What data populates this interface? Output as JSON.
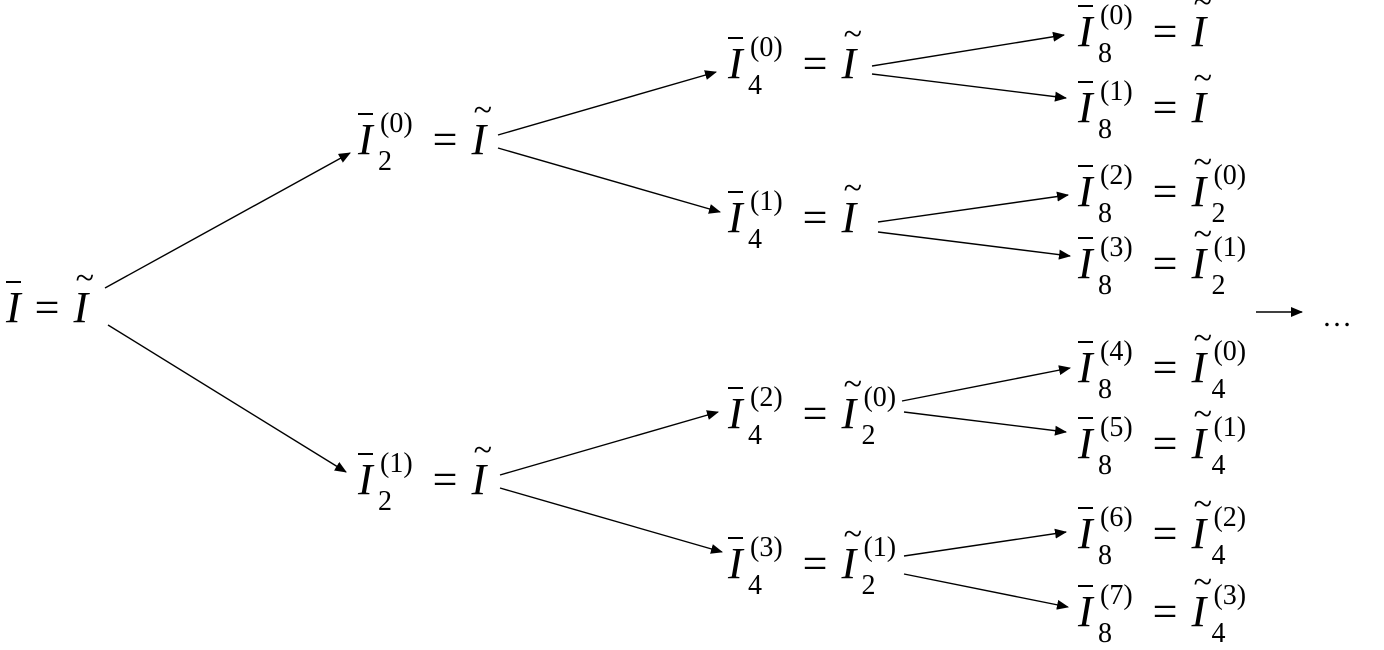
{
  "root": {
    "lhs": "I",
    "rhs": "I",
    "eq": "="
  },
  "nodes": [
    {
      "id": "I2-0",
      "sym": "I",
      "sub": "2",
      "sup": "(0)",
      "rhs": "I",
      "rhs_sub": "",
      "rhs_sup": ""
    },
    {
      "id": "I2-1",
      "sym": "I",
      "sub": "2",
      "sup": "(1)",
      "rhs": "I",
      "rhs_sub": "",
      "rhs_sup": ""
    },
    {
      "id": "I4-0",
      "sym": "I",
      "sub": "4",
      "sup": "(0)",
      "rhs": "I",
      "rhs_sub": "",
      "rhs_sup": ""
    },
    {
      "id": "I4-1",
      "sym": "I",
      "sub": "4",
      "sup": "(1)",
      "rhs": "I",
      "rhs_sub": "",
      "rhs_sup": ""
    },
    {
      "id": "I4-2",
      "sym": "I",
      "sub": "4",
      "sup": "(2)",
      "rhs": "I",
      "rhs_sub": "2",
      "rhs_sup": "(0)"
    },
    {
      "id": "I4-3",
      "sym": "I",
      "sub": "4",
      "sup": "(3)",
      "rhs": "I",
      "rhs_sub": "2",
      "rhs_sup": "(1)"
    },
    {
      "id": "I8-0",
      "sym": "I",
      "sub": "8",
      "sup": "(0)",
      "rhs": "I",
      "rhs_sub": "",
      "rhs_sup": ""
    },
    {
      "id": "I8-1",
      "sym": "I",
      "sub": "8",
      "sup": "(1)",
      "rhs": "I",
      "rhs_sub": "",
      "rhs_sup": ""
    },
    {
      "id": "I8-2",
      "sym": "I",
      "sub": "8",
      "sup": "(2)",
      "rhs": "I",
      "rhs_sub": "2",
      "rhs_sup": "(0)"
    },
    {
      "id": "I8-3",
      "sym": "I",
      "sub": "8",
      "sup": "(3)",
      "rhs": "I",
      "rhs_sub": "2",
      "rhs_sup": "(1)"
    },
    {
      "id": "I8-4",
      "sym": "I",
      "sub": "8",
      "sup": "(4)",
      "rhs": "I",
      "rhs_sub": "4",
      "rhs_sup": "(0)"
    },
    {
      "id": "I8-5",
      "sym": "I",
      "sub": "8",
      "sup": "(5)",
      "rhs": "I",
      "rhs_sub": "4",
      "rhs_sup": "(1)"
    },
    {
      "id": "I8-6",
      "sym": "I",
      "sub": "8",
      "sup": "(6)",
      "rhs": "I",
      "rhs_sub": "4",
      "rhs_sup": "(2)"
    },
    {
      "id": "I8-7",
      "sym": "I",
      "sub": "8",
      "sup": "(7)",
      "rhs": "I",
      "rhs_sub": "4",
      "rhs_sup": "(3)"
    }
  ],
  "edges": [
    [
      "root",
      "I2-0"
    ],
    [
      "root",
      "I2-1"
    ],
    [
      "I2-0",
      "I4-0"
    ],
    [
      "I2-0",
      "I4-1"
    ],
    [
      "I2-1",
      "I4-2"
    ],
    [
      "I2-1",
      "I4-3"
    ],
    [
      "I4-0",
      "I8-0"
    ],
    [
      "I4-0",
      "I8-1"
    ],
    [
      "I4-1",
      "I8-2"
    ],
    [
      "I4-1",
      "I8-3"
    ],
    [
      "I4-2",
      "I8-4"
    ],
    [
      "I4-2",
      "I8-5"
    ],
    [
      "I4-3",
      "I8-6"
    ],
    [
      "I4-3",
      "I8-7"
    ]
  ],
  "continuation": {
    "ellipsis": "…"
  }
}
